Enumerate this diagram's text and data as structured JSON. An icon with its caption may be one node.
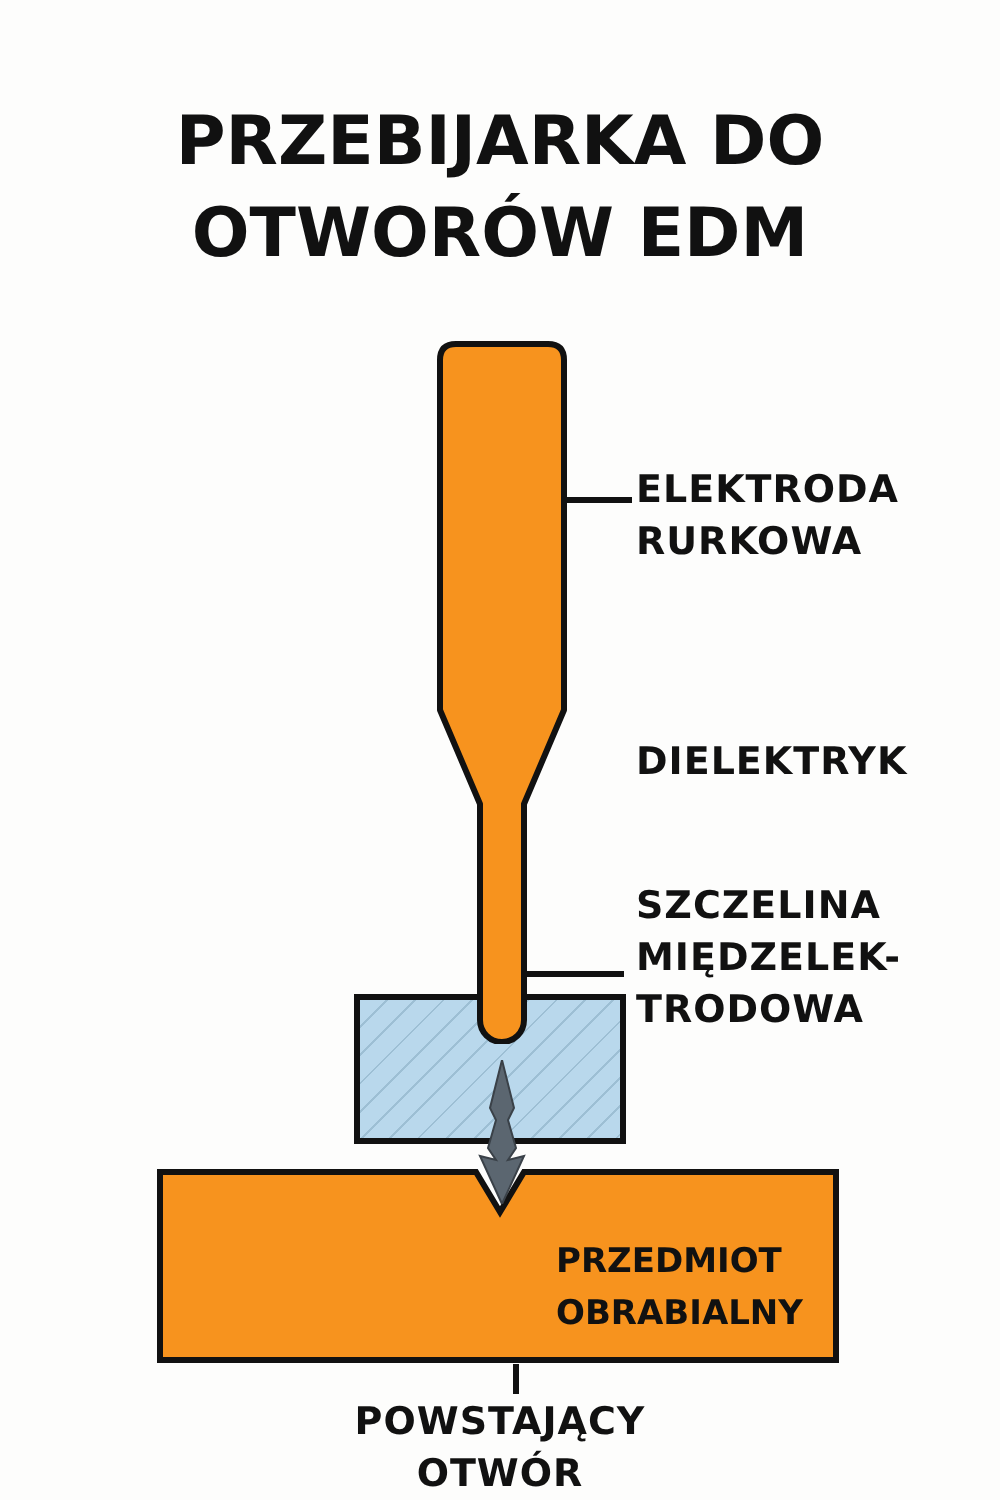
{
  "diagram": {
    "title": "PRZEBIJARKA DO OTWORÓW EDM",
    "nodes": [
      {
        "text": [
          "ELEKTRODA RURKOWA"
        ]
      },
      {
        "text": [],
        "shape": "bar"
      },
      {
        "text": [
          "SZCZELINA MIĘDZELEK- TRODOWA"
        ]
      },
      {
        "text": [],
        "shape": "box"
      },
      {
        "text": [
          "PRZEDMIOT OBRABIALNY"
        ]
      },
      {
        "text": [
          "POWSTAJĄCY OTWÓR"
        ]
      }
    ],
    "edges": [
      {
        "from": 0,
        "to": 1,
        "arrow": "none"
      },
      {
        "from": 2,
        "to": 1,
        "arrow": "none"
      },
      {
        "from": 5,
        "to": 4,
        "arrow": "none"
      }
    ],
    "labels": [
      "DIELEKTRYK"
    ]
  }
}
